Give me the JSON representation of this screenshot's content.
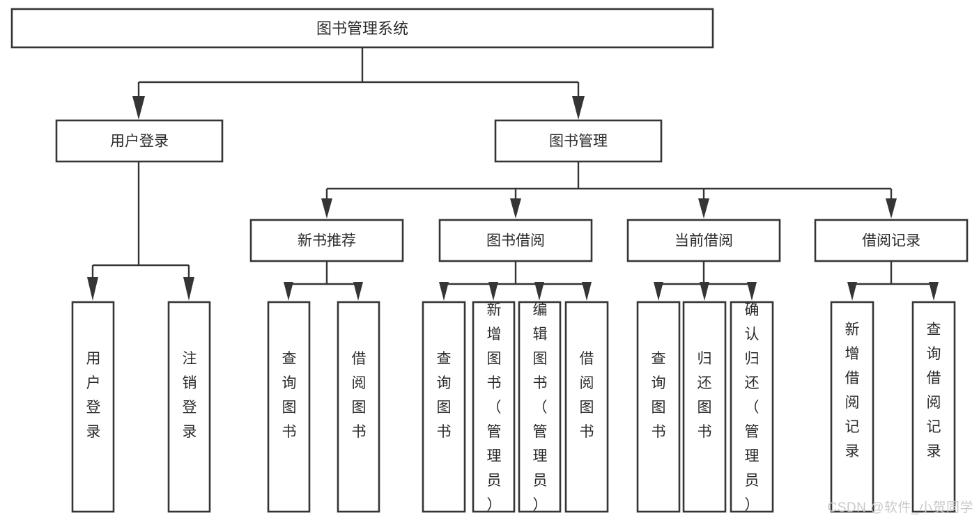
{
  "diagram": {
    "title": "图书管理系统",
    "type": "tree-hierarchy-diagram",
    "colors": {
      "stroke": "#353535",
      "fill": "#ffffff",
      "text": "#2b2b2b",
      "watermark": "#c9c9c9",
      "background": "#ffffff"
    },
    "root": {
      "label": "图书管理系统"
    },
    "level1": [
      {
        "id": "user-login",
        "label": "用户登录"
      },
      {
        "id": "book-management",
        "label": "图书管理"
      }
    ],
    "level2": [
      {
        "id": "new-book-recommend",
        "label": "新书推荐",
        "parent": "book-management"
      },
      {
        "id": "book-borrow",
        "label": "图书借阅",
        "parent": "book-management"
      },
      {
        "id": "current-borrow",
        "label": "当前借阅",
        "parent": "book-management"
      },
      {
        "id": "borrow-record",
        "label": "借阅记录",
        "parent": "book-management"
      }
    ],
    "leaves": {
      "user-login": [
        {
          "id": "leaf-user-login",
          "label": "用户登录"
        },
        {
          "id": "leaf-user-logout",
          "label": "注销登录"
        }
      ],
      "new-book-recommend": [
        {
          "id": "leaf-query-book-1",
          "label": "查询图书"
        },
        {
          "id": "leaf-borrow-book-1",
          "label": "借阅图书"
        }
      ],
      "book-borrow": [
        {
          "id": "leaf-query-book-2",
          "label": "查询图书"
        },
        {
          "id": "leaf-add-book",
          "label": "新增图书（管理员）"
        },
        {
          "id": "leaf-edit-book",
          "label": "编辑图书（管理员）"
        },
        {
          "id": "leaf-borrow-book-2",
          "label": "借阅图书"
        }
      ],
      "current-borrow": [
        {
          "id": "leaf-query-book-3",
          "label": "查询图书"
        },
        {
          "id": "leaf-return-book",
          "label": "归还图书"
        },
        {
          "id": "leaf-confirm-return",
          "label": "确认归还（管理员）"
        }
      ],
      "borrow-record": [
        {
          "id": "leaf-add-record",
          "label": "新增借阅记录"
        },
        {
          "id": "leaf-query-record",
          "label": "查询借阅记录"
        }
      ]
    }
  },
  "watermark": {
    "text": "CSDN @软件_小贺同学"
  }
}
